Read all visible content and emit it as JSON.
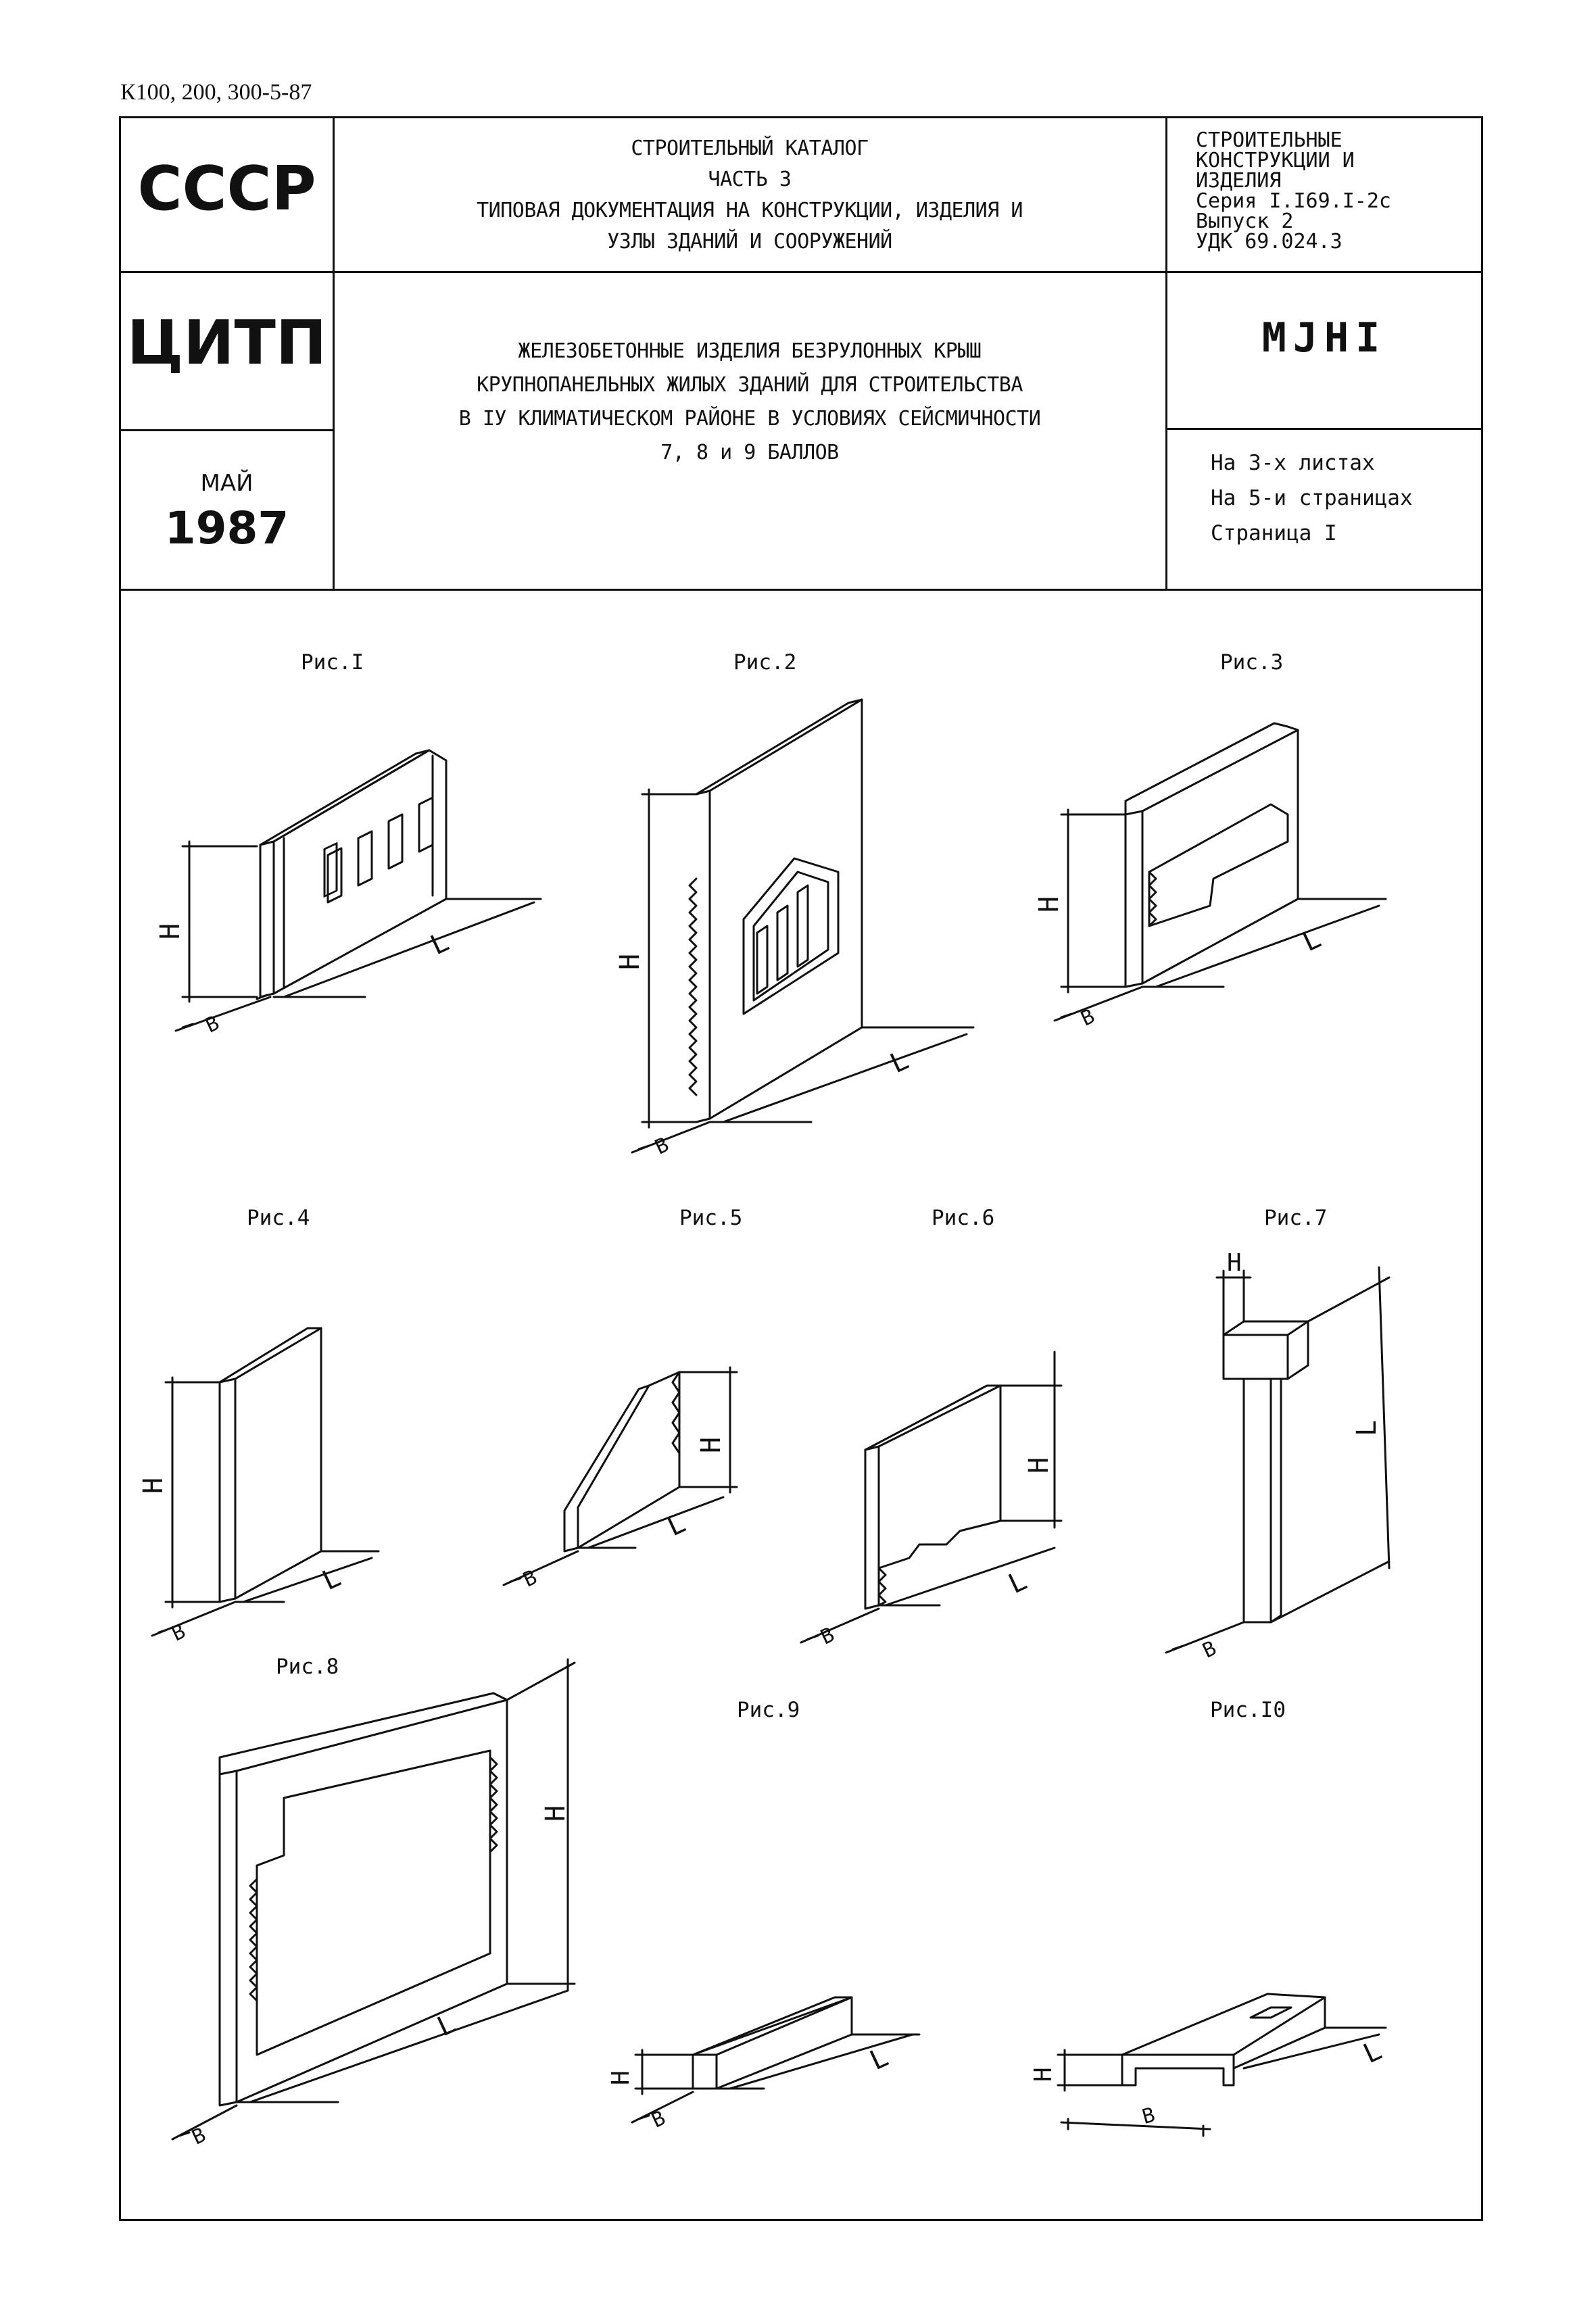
{
  "document_code": "К100, 200, 300-5-87",
  "header": {
    "country": "СССР",
    "org": "ЦИТП",
    "month": "МАЙ",
    "year": "1987",
    "catalog_lines": [
      "СТРОИТЕЛЬНЫЙ КАТАЛОГ",
      "ЧАСТЬ 3",
      "ТИПОВАЯ ДОКУМЕНТАЦИЯ НА КОНСТРУКЦИИ, ИЗДЕЛИЯ И",
      "УЗЛЫ ЗДАНИЙ И СООРУЖЕНИЙ"
    ],
    "series_lines": [
      "СТРОИТЕЛЬНЫЕ",
      "КОНСТРУКЦИИ И",
      "ИЗДЕЛИЯ",
      "Серия I.I69.I-2с",
      "Выпуск 2",
      "УДК 69.024.3"
    ],
    "title_lines": [
      "ЖЕЛЕЗОБЕТОННЫЕ ИЗДЕЛИЯ БЕЗРУЛОННЫХ КРЫШ",
      "КРУПНОПАНЕЛЬНЫХ ЖИЛЫХ ЗДАНИЙ ДЛЯ СТРОИТЕЛЬСТВА",
      "В IУ КЛИМАТИЧЕСКОМ РАЙОНЕ В УСЛОВИЯХ СЕЙСМИЧНОСТИ",
      "7, 8 и 9 БАЛЛОВ"
    ],
    "code": "МJНI",
    "sheet_lines": [
      "На 3-х листах",
      "На 5-и страницах",
      "Страница I"
    ]
  },
  "figures": [
    {
      "label": "Рис.I"
    },
    {
      "label": "Рис.2"
    },
    {
      "label": "Рис.3"
    },
    {
      "label": "Рис.4"
    },
    {
      "label": "Рис.5"
    },
    {
      "label": "Рис.6"
    },
    {
      "label": "Рис.7"
    },
    {
      "label": "Рис.8"
    },
    {
      "label": "Рис.9"
    },
    {
      "label": "Рис.I0"
    }
  ],
  "dimension_symbols": {
    "height": "Н",
    "length": "L",
    "width": "В"
  }
}
